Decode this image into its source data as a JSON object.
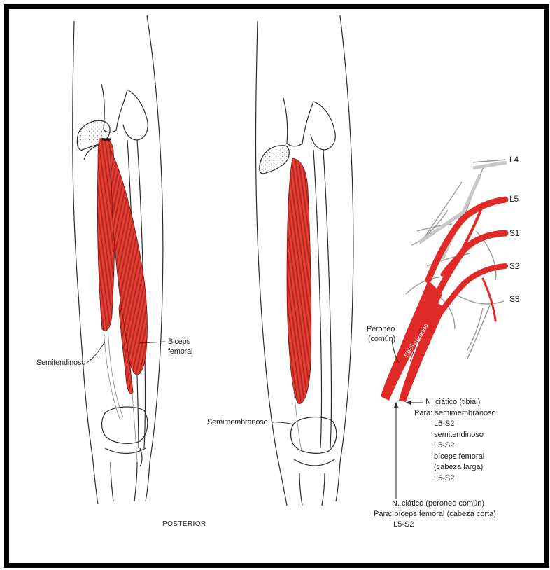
{
  "labels": {
    "semitendinoso": "Semitendinoso",
    "biceps_line1": "Biceps",
    "biceps_line2": "femoral",
    "semimembranoso": "Semimembranoso",
    "posterior": "POSTERIOR",
    "peroneo_line1": "Peroneo",
    "peroneo_line2": "(común)",
    "tibial_on_nerve": "Tibial",
    "peroneo_on_nerve": "Peroneo"
  },
  "roots": [
    "L4",
    "L5",
    "S1",
    "S2",
    "S3"
  ],
  "tibial_block": {
    "title": "N. ciático (tibial)",
    "lines": [
      "Para: semimembranoso",
      "L5-S2",
      "semitendinoso",
      "L5-S2",
      "bíceps femoral",
      "(cabeza larga)",
      "L5-S2"
    ]
  },
  "peroneal_block": {
    "title": "N. ciático (peroneo común)",
    "lines": [
      "Para: bíceps femoral (cabeza corta)",
      "L5-S2"
    ]
  },
  "colors": {
    "muscle": "#d9342b",
    "nerve": "#e02a28",
    "outline": "#2b2b2b",
    "frame": "#000000"
  }
}
